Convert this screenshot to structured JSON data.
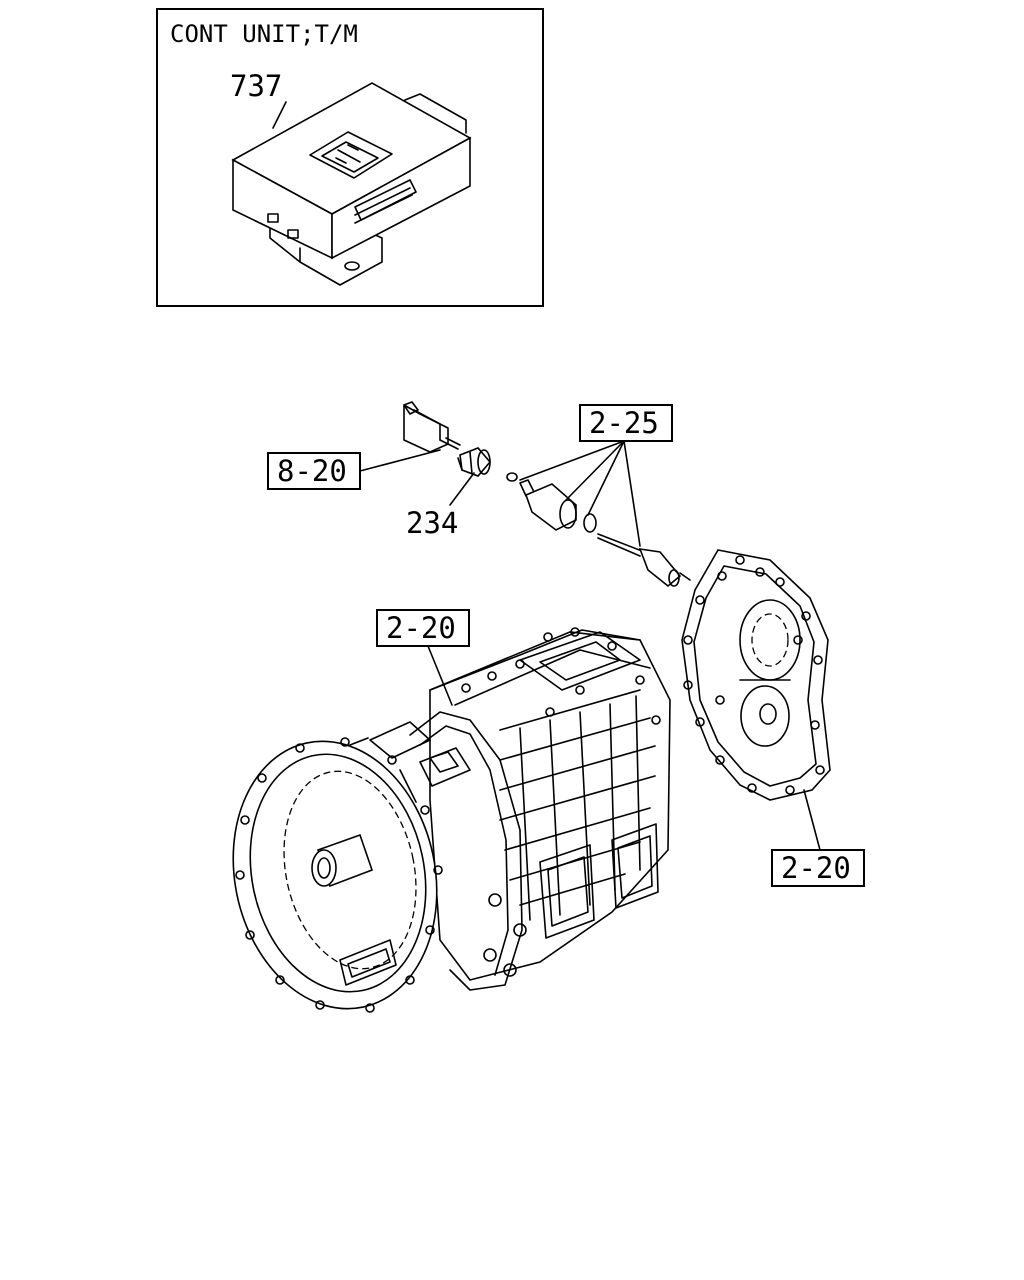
{
  "inset": {
    "title": "CONT UNIT;T/M",
    "part_number": "737"
  },
  "callouts": {
    "c_8_20": "8-20",
    "c_234": "234",
    "c_2_25": "2-25",
    "c_2_20_main": "2-20",
    "c_2_20_cover": "2-20"
  },
  "colors": {
    "line": "#000000",
    "background": "#ffffff"
  }
}
